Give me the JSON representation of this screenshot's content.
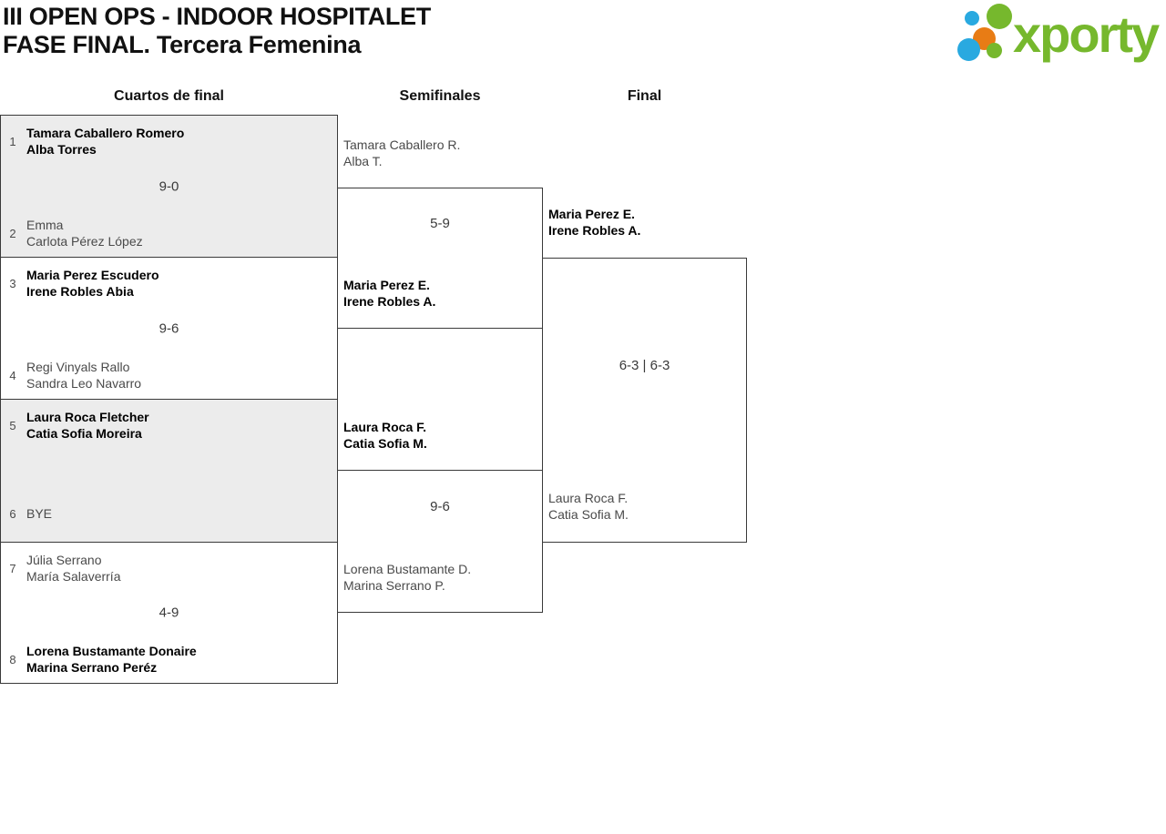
{
  "header": {
    "title_line1": "III OPEN OPS - INDOOR HOSPITALET",
    "title_line2": "FASE FINAL. Tercera Femenina"
  },
  "logo": {
    "text": "xporty",
    "green": "#76b82d",
    "blue": "#29a9e0",
    "orange": "#e87c15"
  },
  "colors": {
    "row_alt_gray": "#ececec",
    "border": "#3a3a3a",
    "winner_text": "#000000",
    "regular_text": "#4a4a4a"
  },
  "rounds": [
    "Cuartos de final",
    "Semifinales",
    "Final"
  ],
  "quarterfinals": [
    {
      "seed_top": "1",
      "team_top": {
        "lines": [
          "Tamara Caballero Romero",
          "Alba Torres"
        ],
        "winner": true
      },
      "score": "9-0",
      "seed_bottom": "2",
      "team_bottom": {
        "lines": [
          "Emma",
          "Carlota Pérez López"
        ],
        "winner": false
      }
    },
    {
      "seed_top": "3",
      "team_top": {
        "lines": [
          "Maria Perez Escudero",
          "Irene Robles Abia"
        ],
        "winner": true
      },
      "score": "9-6",
      "seed_bottom": "4",
      "team_bottom": {
        "lines": [
          "Regi Vinyals Rallo",
          "Sandra Leo Navarro"
        ],
        "winner": false
      }
    },
    {
      "seed_top": "5",
      "team_top": {
        "lines": [
          "Laura Roca Fletcher",
          "Catia Sofia Moreira"
        ],
        "winner": true
      },
      "score": "",
      "seed_bottom": "6",
      "team_bottom": {
        "lines": [
          "BYE"
        ],
        "winner": false
      }
    },
    {
      "seed_top": "7",
      "team_top": {
        "lines": [
          "Júlia Serrano",
          "María Salaverría"
        ],
        "winner": false
      },
      "score": "4-9",
      "seed_bottom": "8",
      "team_bottom": {
        "lines": [
          "Lorena Bustamante Donaire",
          "Marina Serrano Peréz"
        ],
        "winner": true
      }
    }
  ],
  "semifinals": [
    {
      "team_top": {
        "lines": [
          "Tamara Caballero R.",
          "Alba T."
        ],
        "winner": false
      },
      "score": "5-9",
      "team_bottom": {
        "lines": [
          "Maria Perez E.",
          "Irene Robles A."
        ],
        "winner": true
      }
    },
    {
      "team_top": {
        "lines": [
          "Laura Roca F.",
          "Catia Sofia M."
        ],
        "winner": true
      },
      "score": "9-6",
      "team_bottom": {
        "lines": [
          "Lorena Bustamante D.",
          "Marina Serrano P."
        ],
        "winner": false
      }
    }
  ],
  "final": {
    "team_top": {
      "lines": [
        "Maria Perez E.",
        "Irene Robles A."
      ],
      "winner": true
    },
    "score": "6-3 | 6-3",
    "team_bottom": {
      "lines": [
        "Laura Roca F.",
        "Catia Sofia M."
      ],
      "winner": false
    }
  }
}
